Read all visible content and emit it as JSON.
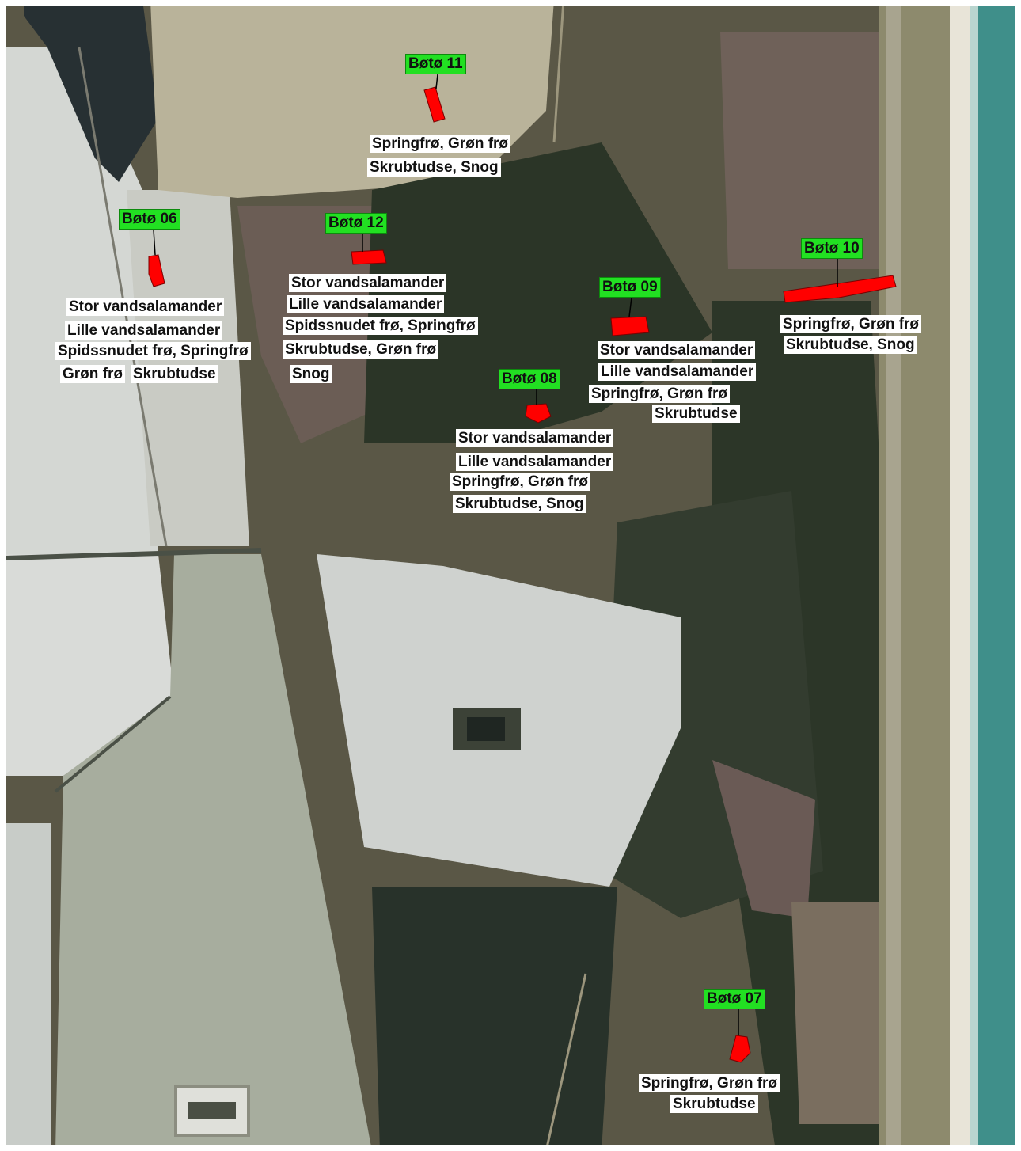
{
  "ponds": [
    {
      "id": "Bøtø 11",
      "species": [
        "Springfrø, Grøn frø",
        "Skrubtudse, Snog"
      ]
    },
    {
      "id": "Bøtø 06",
      "species": [
        "Stor vandsalamander",
        "Lille vandsalamander",
        "Spidssnudet frø, Springfrø",
        "Grøn frø",
        "Skrubtudse"
      ]
    },
    {
      "id": "Bøtø 12",
      "species": [
        "Stor vandsalamander",
        "Lille vandsalamander",
        "Spidssnudet frø, Springfrø",
        "Skrubtudse, Grøn frø",
        "Snog"
      ]
    },
    {
      "id": "Bøtø 09",
      "species": [
        "Stor vandsalamander",
        "Lille vandsalamander",
        "Springfrø, Grøn frø",
        "Skrubtudse"
      ]
    },
    {
      "id": "Bøtø 10",
      "species": [
        "Springfrø, Grøn frø",
        "Skrubtudse, Snog"
      ]
    },
    {
      "id": "Bøtø 08",
      "species": [
        "Stor vandsalamander",
        "Lille vandsalamander",
        "Springfrø, Grøn frø",
        "Skrubtudse, Snog"
      ]
    },
    {
      "id": "Bøtø 07",
      "species": [
        "Springfrø, Grøn frø",
        "Skrubtudse"
      ]
    }
  ],
  "colors": {
    "pond_fill": "#ff0000",
    "tag_fill": "#22e022",
    "label_fill": "#ffffff",
    "forest": "#2f3a2a",
    "field_snow": "#d6d8d4",
    "heath": "#6e6050",
    "sea": "#3f8f8a",
    "beach": "#e8e4d8"
  }
}
